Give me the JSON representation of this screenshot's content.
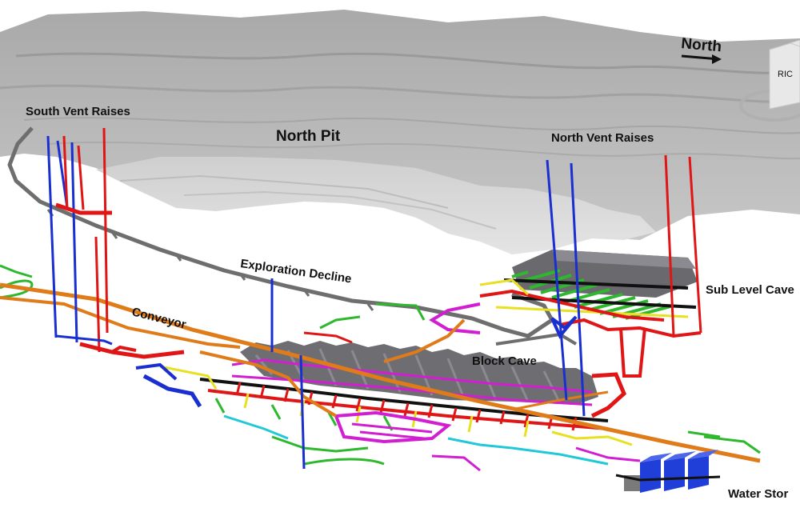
{
  "labels": {
    "north_arrow": "North",
    "north_pit": "North Pit",
    "south_vent_raises": "South Vent Raises",
    "north_vent_raises": "North Vent Raises",
    "exploration_decline": "Exploration Decline",
    "conveyor": "Conveyor",
    "block_cave": "Block Cave",
    "sub_level_cave": "Sub Level Cave",
    "water_storage": "Water Stor",
    "building_sign": "RIC"
  },
  "colors": {
    "terrain": "#bdbdbd",
    "pit": "#d6d6d6",
    "decline": "#707070",
    "conveyor": "#e07b1a",
    "vent_blue": "#1a2fd0",
    "vent_red": "#e01515",
    "drift_green": "#2db82d",
    "drift_yellow": "#e8e020",
    "drift_magenta": "#d11ed1",
    "drift_cyan": "#20c8d8",
    "drift_black": "#111111",
    "cave_block": "#6e6e72",
    "water_tank": "#1f3fd8"
  }
}
